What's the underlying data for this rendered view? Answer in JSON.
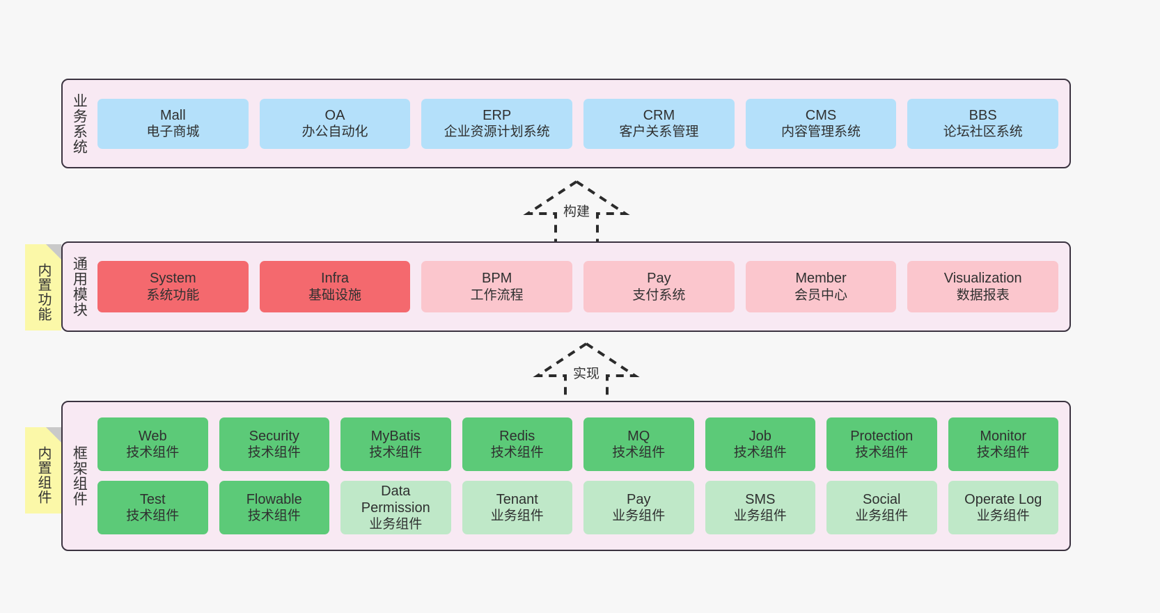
{
  "diagram": {
    "title": "",
    "background": "#f7f7f7",
    "panel_bg": "#f8e9f3",
    "panel_border": "#3b3340"
  },
  "notes": [
    {
      "id": "note-functions",
      "label": "内置功能",
      "color": "#fbf8a8"
    },
    {
      "id": "note-components",
      "label": "内置组件",
      "color": "#fbf8a8"
    }
  ],
  "connectors": [
    {
      "id": "arrow-build",
      "label": "构建",
      "style": "dashed-generalization",
      "direction": "up"
    },
    {
      "id": "arrow-realize",
      "label": "实现",
      "style": "dashed-generalization",
      "direction": "up"
    }
  ],
  "layers": [
    {
      "id": "business",
      "title": "业务系统",
      "color": "#b4e0fa",
      "rows": [
        [
          {
            "en": "Mall",
            "cn": "电子商城",
            "color": "blue"
          },
          {
            "en": "OA",
            "cn": "办公自动化",
            "color": "blue"
          },
          {
            "en": "ERP",
            "cn": "企业资源计划系统",
            "color": "blue"
          },
          {
            "en": "CRM",
            "cn": "客户关系管理",
            "color": "blue"
          },
          {
            "en": "CMS",
            "cn": "内容管理系统",
            "color": "blue"
          },
          {
            "en": "BBS",
            "cn": "论坛社区系统",
            "color": "blue"
          }
        ]
      ]
    },
    {
      "id": "common",
      "title": "通用模块",
      "color": "#f4696e",
      "rows": [
        [
          {
            "en": "System",
            "cn": "系统功能",
            "color": "red"
          },
          {
            "en": "Infra",
            "cn": "基础设施",
            "color": "red"
          },
          {
            "en": "BPM",
            "cn": "工作流程",
            "color": "pink"
          },
          {
            "en": "Pay",
            "cn": "支付系统",
            "color": "pink"
          },
          {
            "en": "Member",
            "cn": "会员中心",
            "color": "pink"
          },
          {
            "en": "Visualization",
            "cn": "数据报表",
            "color": "pink"
          }
        ]
      ]
    },
    {
      "id": "framework",
      "title": "框架组件",
      "color": "#5cca78",
      "rows": [
        [
          {
            "en": "Web",
            "cn": "技术组件",
            "color": "green"
          },
          {
            "en": "Security",
            "cn": "技术组件",
            "color": "green"
          },
          {
            "en": "MyBatis",
            "cn": "技术组件",
            "color": "green"
          },
          {
            "en": "Redis",
            "cn": "技术组件",
            "color": "green"
          },
          {
            "en": "MQ",
            "cn": "技术组件",
            "color": "green"
          },
          {
            "en": "Job",
            "cn": "技术组件",
            "color": "green"
          },
          {
            "en": "Protection",
            "cn": "技术组件",
            "color": "green"
          },
          {
            "en": "Monitor",
            "cn": "技术组件",
            "color": "green"
          }
        ],
        [
          {
            "en": "Test",
            "cn": "技术组件",
            "color": "green"
          },
          {
            "en": "Flowable",
            "cn": "技术组件",
            "color": "green"
          },
          {
            "en": "Data Permission",
            "cn": "业务组件",
            "color": "lgreen"
          },
          {
            "en": "Tenant",
            "cn": "业务组件",
            "color": "lgreen"
          },
          {
            "en": "Pay",
            "cn": "业务组件",
            "color": "lgreen"
          },
          {
            "en": "SMS",
            "cn": "业务组件",
            "color": "lgreen"
          },
          {
            "en": "Social",
            "cn": "业务组件",
            "color": "lgreen"
          },
          {
            "en": "Operate Log",
            "cn": "业务组件",
            "color": "lgreen"
          }
        ]
      ]
    }
  ]
}
